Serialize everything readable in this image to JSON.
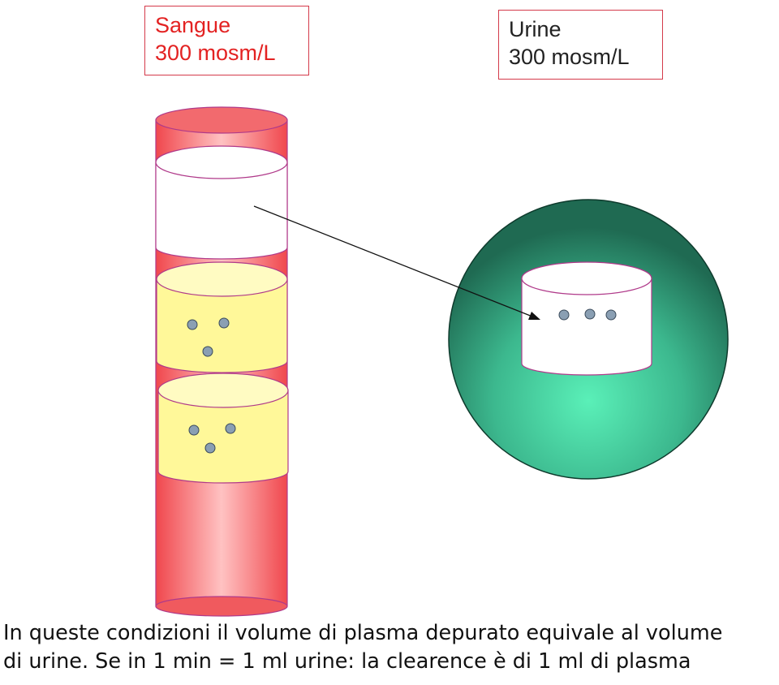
{
  "blood_label": {
    "line1": "Sangue",
    "line2": "300 mosm/L"
  },
  "urine_label": {
    "line1": "Urine",
    "line2": "300 mosm/L"
  },
  "caption": {
    "line1": "In queste condizioni il volume di plasma depurato equivale al volume",
    "line2": "di urine. Se in 1 min = 1 ml urine: la clearence è di 1 ml di plasma"
  },
  "colors": {
    "blood_vessel": "#f25c60",
    "plasma_segment": "#fff899",
    "cleared_segment": "#ffffff",
    "outline": "#b03a8a",
    "solute_particle": "#8a9fb3",
    "kidney_outer": "#1f6a52",
    "kidney_inner": "#5af0b8",
    "arrow": "#111111"
  },
  "icons": {
    "vessel": "blood-vessel-cylinder",
    "kidney": "kidney-sphere",
    "particle": "solute-particle"
  }
}
